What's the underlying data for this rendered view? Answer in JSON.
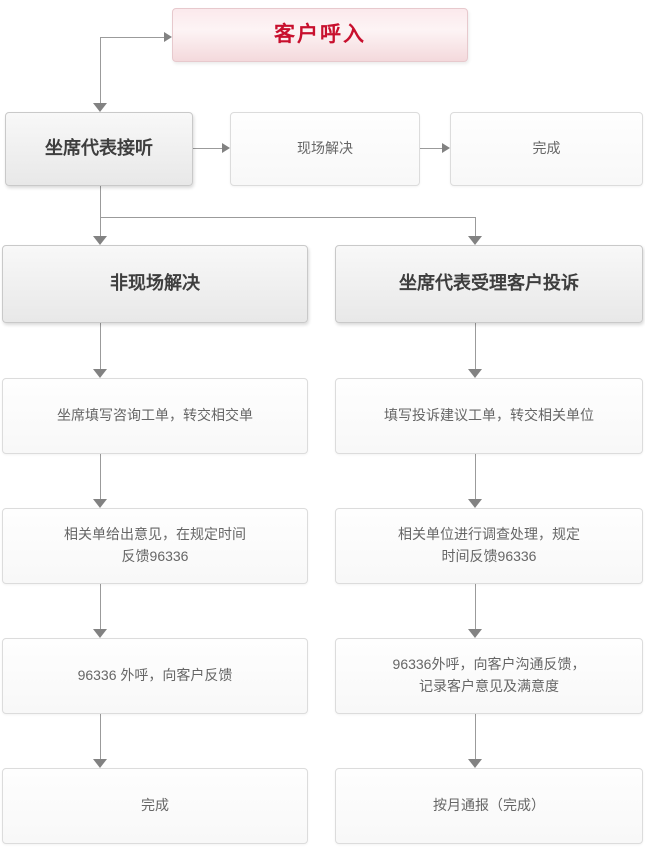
{
  "flowchart": {
    "nodes": {
      "customer_call": "客户呼入",
      "agent_answer": "坐席代表接听",
      "onsite_resolve": "现场解决",
      "onsite_done": "完成",
      "offsite_header": "非现场解决",
      "complaint_header": "坐席代表受理客户投诉",
      "offsite_step1": "坐席填写咨询工单，转交相交单",
      "offsite_step2": "相关单给出意见，在规定时间\n反馈96336",
      "offsite_step3": "96336 外呼，向客户反馈",
      "offsite_step4": "完成",
      "complaint_step1": "填写投诉建议工单，转交相关单位",
      "complaint_step2": "相关单位进行调查处理，规定\n时间反馈96336",
      "complaint_step3": "96336外呼，向客户沟通反馈，\n记录客户意见及满意度",
      "complaint_step4": "按月通报（完成）"
    }
  },
  "colors": {
    "accent_red": "#c8102e",
    "line_gray": "#9b9b9b",
    "arrow_gray": "#828282",
    "header_text": "#3e3e3e",
    "body_text": "#666666"
  }
}
